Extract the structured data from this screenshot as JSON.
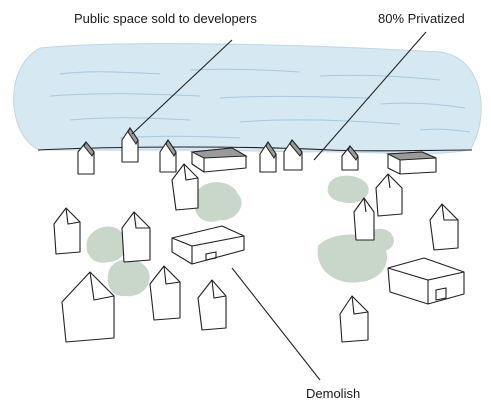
{
  "labels": {
    "public_space": "Public space sold to developers",
    "privatized": "80% Privatized",
    "demolish": "Demolish"
  },
  "colors": {
    "water": "#d6e8f2",
    "water_ripple": "#a8c8dc",
    "trees": "#c9d7cb",
    "roof_shade": "#9a9a9a",
    "ink": "#222222"
  }
}
